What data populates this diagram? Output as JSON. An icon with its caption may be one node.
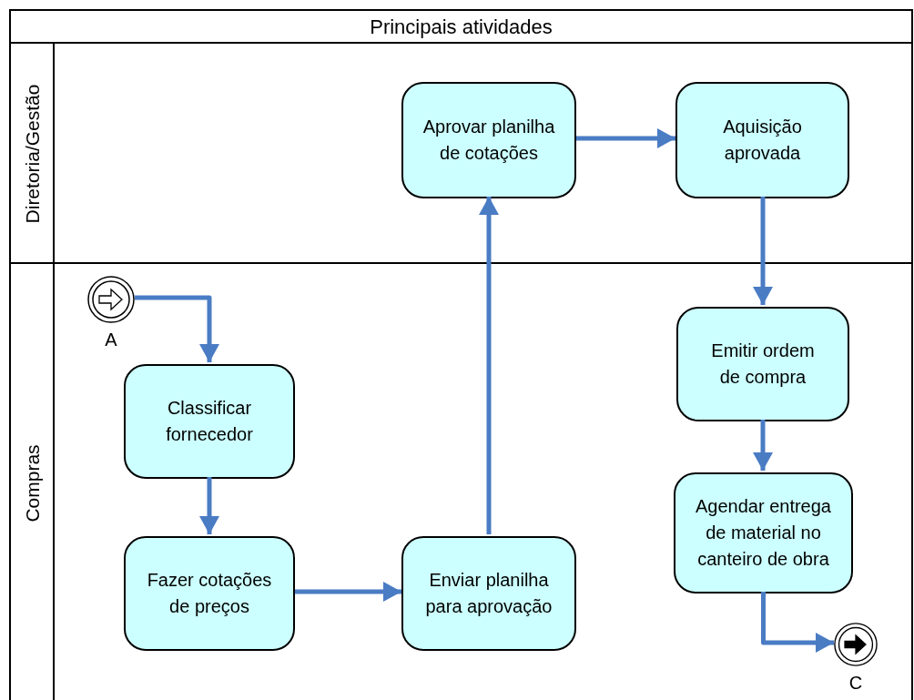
{
  "diagram": {
    "nodes": [
      {
        "text": [
          "Principais atividades"
        ]
      },
      {
        "text": [
          "Diretoria/Gestão"
        ],
        "in": 0
      },
      {
        "text": [
          "Compras"
        ],
        "in": 0
      },
      {
        "text": [
          "Aprovar planilha de cotações"
        ],
        "in": 1
      },
      {
        "text": [
          "Aquisição aprovada"
        ],
        "in": 1
      },
      {
        "text": [],
        "shape": "circle",
        "in": 2,
        "beside": [
          "A"
        ]
      },
      {
        "text": [
          "Classificar fornecedor"
        ],
        "in": 2
      },
      {
        "text": [
          "Fazer cotações de preços"
        ],
        "in": 2
      },
      {
        "text": [
          "Enviar planilha para aprovação"
        ],
        "in": 2
      },
      {
        "text": [
          "Emitir ordem de compra"
        ],
        "in": 2
      },
      {
        "text": [
          "Agendar entrega de material no canteiro de obra"
        ],
        "in": 2
      },
      {
        "text": [],
        "shape": "circle",
        "in": 2,
        "beside": [
          "C"
        ]
      }
    ],
    "edges": [
      {
        "from": 5,
        "to": 6,
        "arrow": "to"
      },
      {
        "from": 6,
        "to": 7,
        "arrow": "to"
      },
      {
        "from": 7,
        "to": 8,
        "arrow": "to"
      },
      {
        "from": 8,
        "to": 3,
        "arrow": "to"
      },
      {
        "from": 3,
        "to": 4,
        "arrow": "to"
      },
      {
        "from": 4,
        "to": 9,
        "arrow": "to"
      },
      {
        "from": 9,
        "to": 10,
        "arrow": "to"
      },
      {
        "from": 10,
        "to": 11,
        "arrow": "to"
      }
    ]
  }
}
